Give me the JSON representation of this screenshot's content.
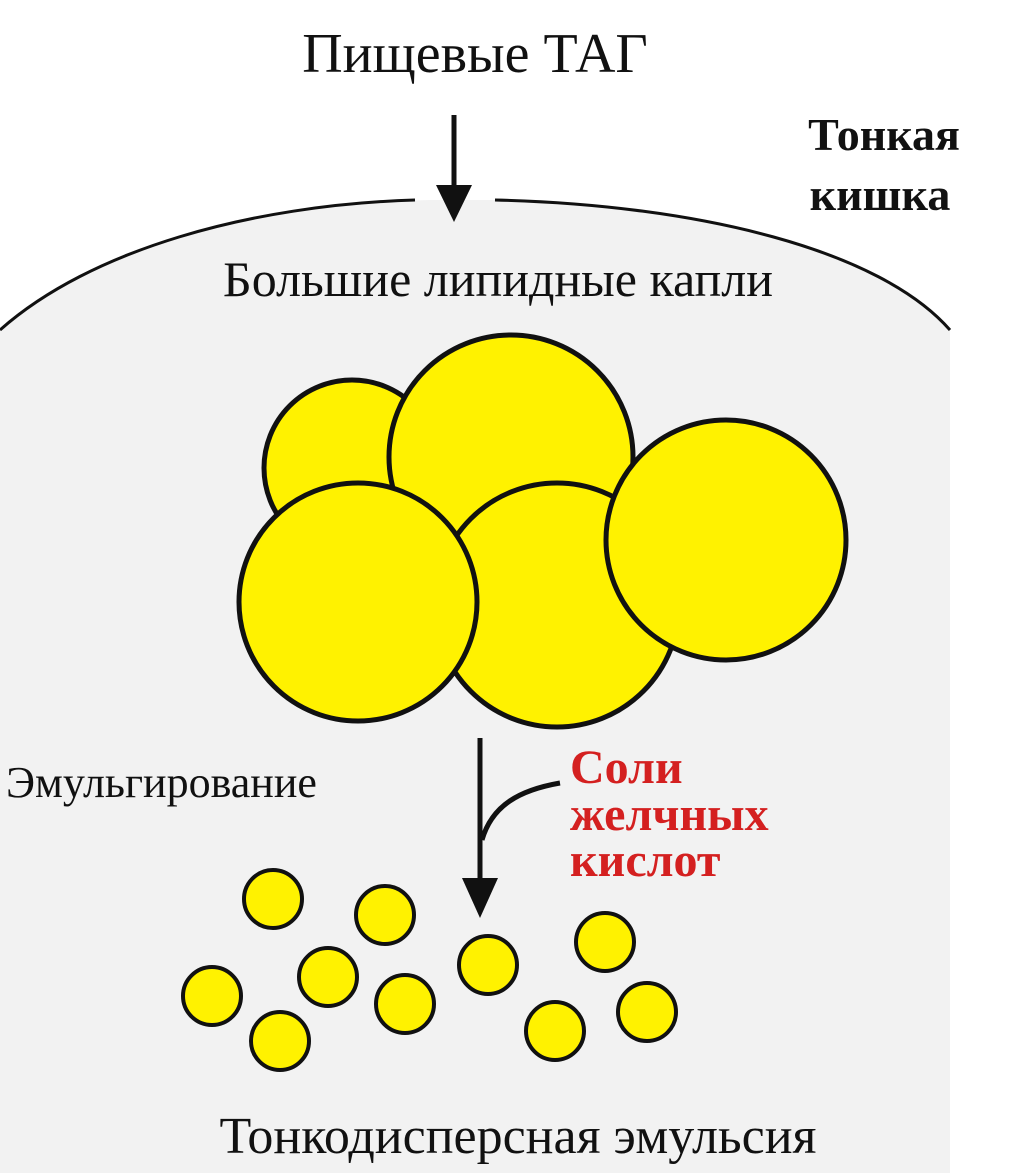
{
  "diagram": {
    "input_label": "Пищевые ТАГ",
    "organ_label_line1": "Тонкая",
    "organ_label_line2": "кишка",
    "large_drops_label": "Большие липидные капли",
    "process_label": "Эмульгирование",
    "agent_label_line1": "Соли",
    "agent_label_line2": "желчных",
    "agent_label_line3": "кислот",
    "output_label": "Тонкодисперсная эмульсия"
  },
  "colors": {
    "droplet_fill": "#fff200",
    "outline": "#111111",
    "agent_text": "#d42020",
    "intestine_fill": "#f2f2f2"
  }
}
